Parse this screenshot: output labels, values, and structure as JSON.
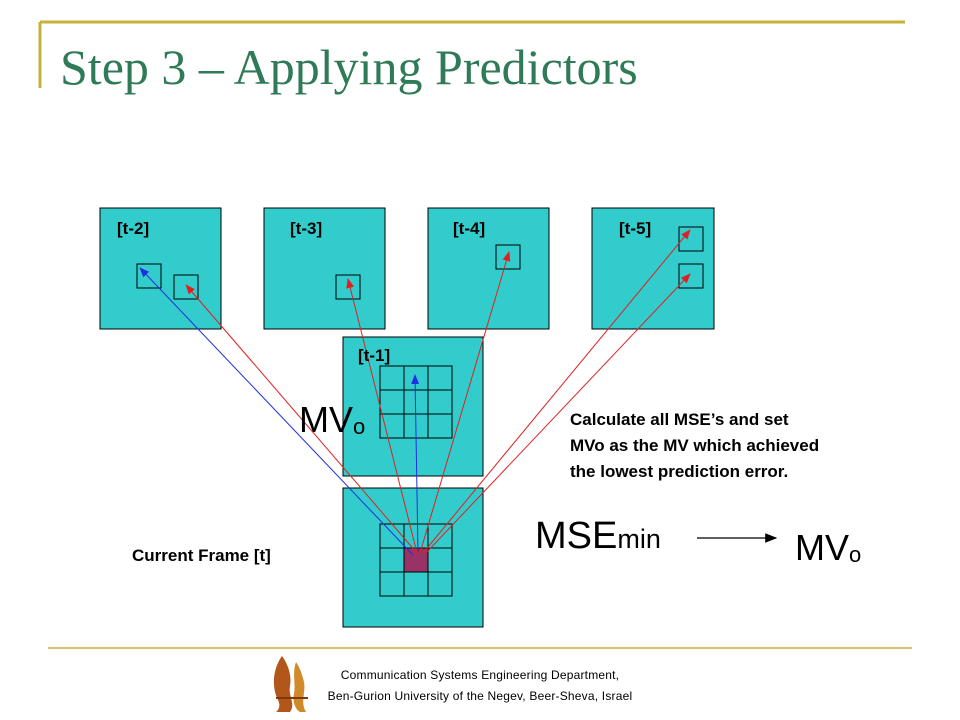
{
  "slide": {
    "title": "Step 3 – Applying Predictors",
    "accent_color": "#c6b23a",
    "title_color": "#2f7a57",
    "frame_color": "#33cccc"
  },
  "diagram": {
    "frames": [
      {
        "label": "[t-2]"
      },
      {
        "label": "[t-3]"
      },
      {
        "label": "[t-4]"
      },
      {
        "label": "[t-5]"
      },
      {
        "label": "[t-1]"
      }
    ],
    "current_frame_label": "Current Frame [t]",
    "mv_main": "MV",
    "mv_sub": "o",
    "mse_main": "MSE",
    "mse_sub": "min",
    "result_main": "MV",
    "result_sub": "o",
    "note_lines": [
      "Calculate all MSE’s and set",
      "MVo as the MV which achieved",
      "the lowest prediction error."
    ],
    "arrow_colors": {
      "red": "#e02020",
      "blue": "#2030e0"
    },
    "current_block_color": "#993366"
  },
  "footer": {
    "line1": "Communication Systems Engineering Department,",
    "line2": "Ben-Gurion University of the Negev, Beer-Sheva, Israel",
    "logo_icon": "university-flame-logo"
  }
}
